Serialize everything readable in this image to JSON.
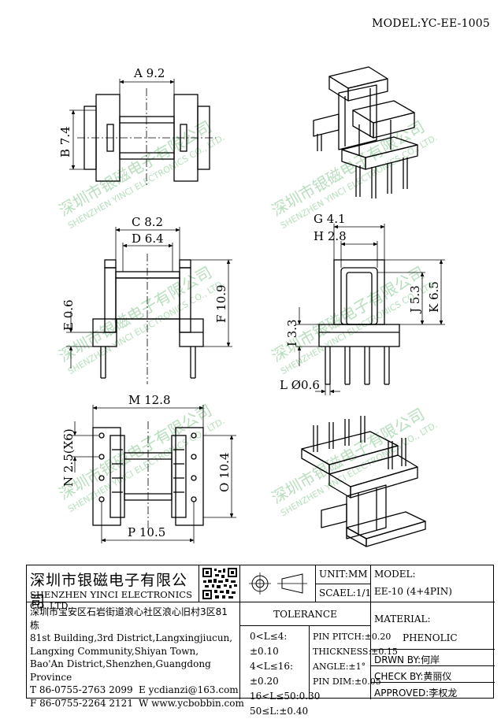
{
  "header": {
    "model_label": "MODEL:YC-EE-1005"
  },
  "dimensions": {
    "A": "A 9.2",
    "B": "B 7.4",
    "C": "C 8.2",
    "D": "D 6.4",
    "E": "E 0.6",
    "F": "F 10.9",
    "G": "G 4.1",
    "H": "H 2.8",
    "I": "I 3.3",
    "J": "J 5.3",
    "K": "K 6.5",
    "L": "L Ø0.6",
    "M": "M 12.8",
    "N": "N 2.5(X6)",
    "O": "O 10.4",
    "P": "P 10.5"
  },
  "watermark": {
    "cn": "深圳市银磁电子有限公司",
    "en": "SHENZHEN YINCI ELECTRONICS CO., LTD."
  },
  "title_block": {
    "company_cn": "深圳市银磁电子有限公司",
    "company_en": "SHENZHEN YINCI ELECTRONICS CO.,LTD.",
    "address_cn": "深圳市宝安区石岩街道浪心社区浪心旧村3区81栋",
    "address_en1": "81st Building,3rd District,Langxingjiucun,",
    "address_en2": "Langxing Community,Shiyan Town,",
    "address_en3": "Bao'An District,Shenzhen,Guangdong Province",
    "tel": "T 86-0755-2763 2099",
    "email": "E ycdianzi@163.com",
    "fax": "F 86-0755-2264 2121",
    "web": "W www.ycbobbin.com",
    "unit": "UNIT:MM",
    "scale": "SCAEL:1/1",
    "model_label": "MODEL:",
    "model_value": "EE-10 (4+4PIN)",
    "tolerance_title": "TOLERANCE",
    "tolerances": [
      "0<L≤4:±0.10",
      "4<L≤16:±0.20",
      "16<L≤50:0.30",
      "50≤L:±0.40"
    ],
    "pin_specs": [
      "PIN PITCH:±0.20",
      "THICKNESS:±0.15",
      "ANGLE:±1°",
      "PIN DIM:±0.05"
    ],
    "material_label": "MATERIAL:",
    "material_value": "PHENOLIC",
    "drawn_by": "DRWN BY:何岸",
    "check_by": "CHECK BY:黄丽仪",
    "approved": "APPROVED:李权龙"
  }
}
